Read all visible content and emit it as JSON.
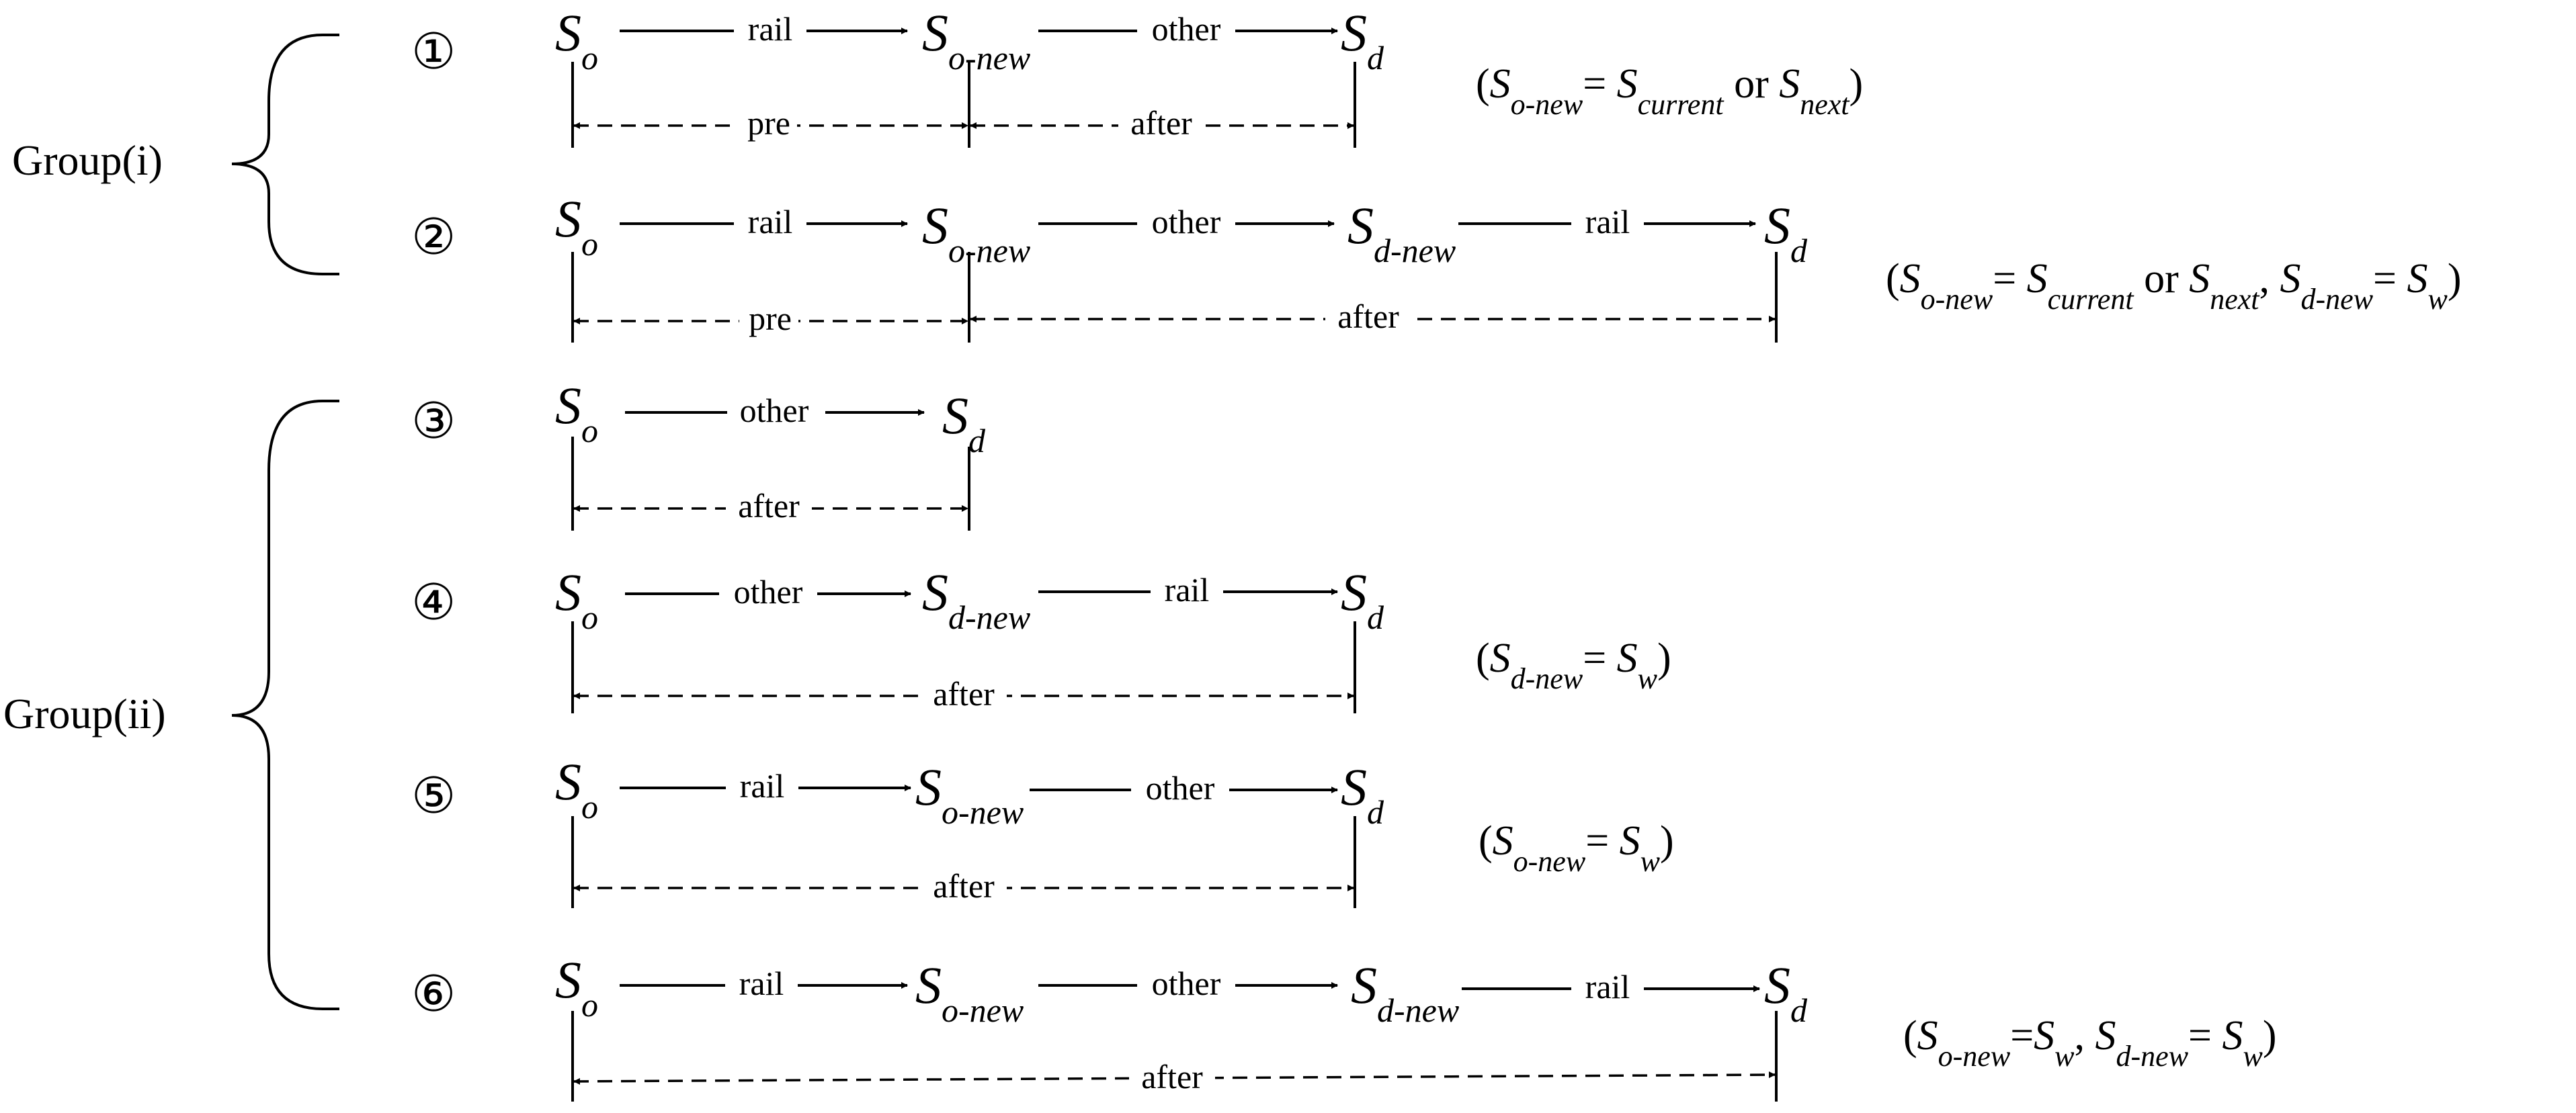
{
  "groups": [
    {
      "label": "Group(i)"
    },
    {
      "label": "Group(ii)"
    }
  ],
  "arrow_labels": {
    "rail": "rail",
    "other": "other"
  },
  "span_labels": {
    "pre": "pre",
    "after": "after"
  },
  "node_letter": "S",
  "subscripts": {
    "o": "o",
    "d": "d",
    "o_new": "o-new",
    "d_new": "d-new",
    "current": "current",
    "next": "next",
    "w": "w"
  },
  "words": {
    "or": "or"
  },
  "rows": [
    {
      "number": "①"
    },
    {
      "number": "②"
    },
    {
      "number": "③"
    },
    {
      "number": "④"
    },
    {
      "number": "⑤"
    },
    {
      "number": "⑥"
    }
  ]
}
